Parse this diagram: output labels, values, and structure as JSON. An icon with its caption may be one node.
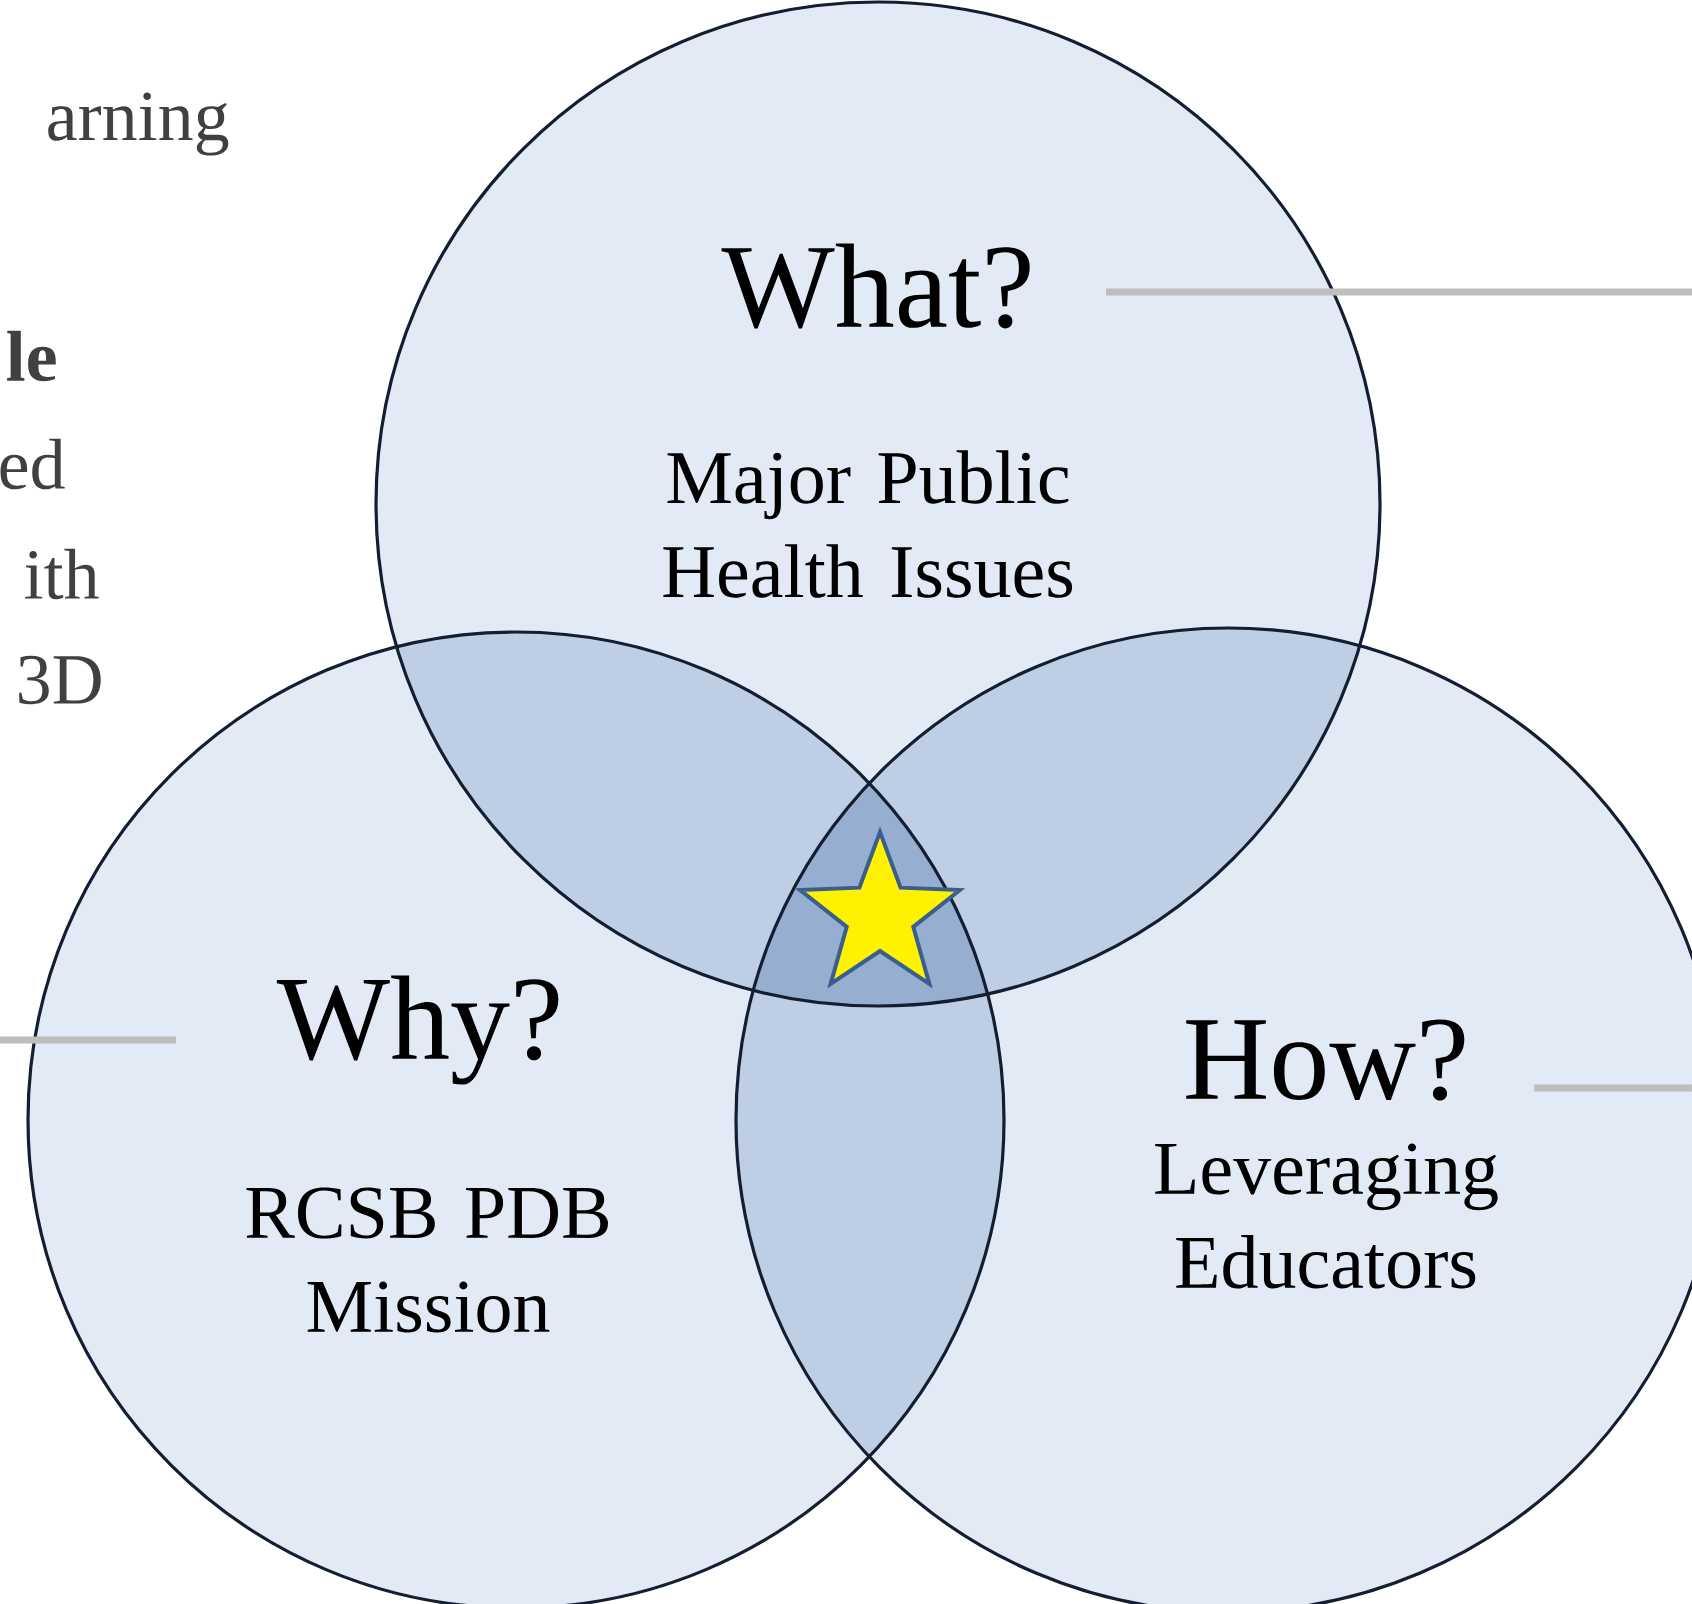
{
  "diagram": {
    "nodes": [
      {
        "text": [
          "What?",
          "Major Public Health Issues"
        ]
      },
      {
        "text": [
          "Why?",
          "RCSB PDB Mission"
        ]
      },
      {
        "text": [
          "How?",
          "Leveraging Educators"
        ]
      }
    ],
    "edges": [
      {
        "from": 0,
        "to": null,
        "arrow": "none"
      },
      {
        "from": 1,
        "to": null,
        "arrow": "none"
      },
      {
        "from": 2,
        "to": null,
        "arrow": "none"
      }
    ],
    "labels": [
      "arning",
      "le",
      "ed",
      "ith",
      "3D"
    ]
  }
}
